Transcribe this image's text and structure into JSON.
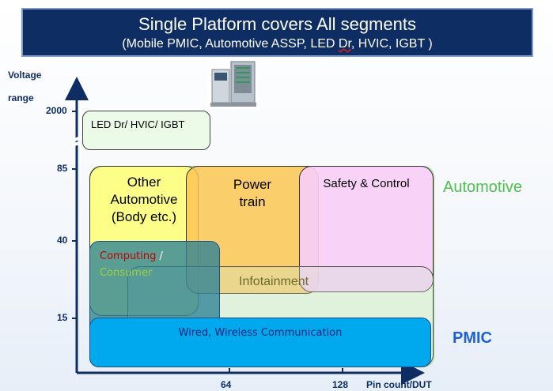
{
  "title": {
    "main": "Single Platform covers All segments",
    "sub_prefix": "(Mobile PMIC, Automotive ASSP, LED ",
    "sub_dr": "Dr",
    "sub_suffix": ", HVIC, IGBT )"
  },
  "axes": {
    "y_label_line1": "Voltage",
    "y_label_line2": "range",
    "y_ticks": [
      "2000",
      "85",
      "40",
      "15"
    ],
    "x_ticks": [
      "64",
      "128"
    ],
    "x_label": "Pin count/DUT"
  },
  "regions": {
    "led": "LED Dr/ HVIC/ IGBT",
    "other_line1": "Other",
    "other_line2": "Automotive",
    "other_line3": "(Body etc.)",
    "power_line1": "Power",
    "power_line2": "train",
    "safety": "Safety & Control",
    "infotainment": "Infotainment",
    "computing_part1": "Computing",
    "computing_part2": " /",
    "consumer": "Consumer",
    "wired": "Wired, Wireless Communication"
  },
  "segments": {
    "automotive": "Automotive",
    "pmic": "PMIC"
  },
  "colors": {
    "automotive": "#4fbf4f",
    "pmic": "#1f5fd0",
    "computing": "#c00000",
    "consumer": "#9fcf40"
  },
  "image": {
    "name": "test-equipment-photo"
  }
}
